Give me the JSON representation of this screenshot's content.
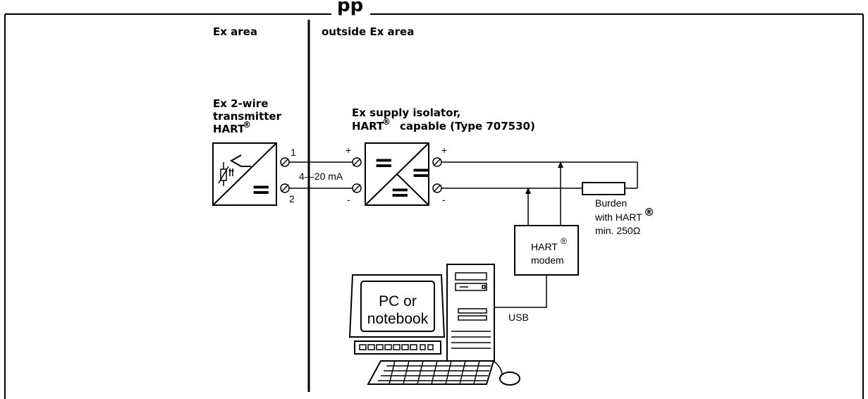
{
  "header": {
    "title_fragment": "pp"
  },
  "areas": {
    "ex_area": "Ex area",
    "outside_ex_area": "outside Ex area"
  },
  "transmitter": {
    "line1": "Ex 2-wire",
    "line2": "transmitter",
    "line3": "HART",
    "reg": "®",
    "symbol": "="
  },
  "isolator": {
    "line1": "Ex supply isolator,",
    "line2a": "HART",
    "reg": "®",
    "line2b": "capable (Type 707530)",
    "symbol_top": "=",
    "symbol_right": "=",
    "symbol_bottom": "="
  },
  "terminals": {
    "t1": "1",
    "t2": "2",
    "in_plus": "+",
    "in_minus": "-",
    "out_plus": "+",
    "out_minus": "-"
  },
  "current_label": "4—20 mA",
  "burden": {
    "line1": "Burden",
    "line2": "with HART",
    "reg": "®",
    "line3": "min. 250Ω"
  },
  "modem": {
    "line1": "HART",
    "reg": "®",
    "line2": "modem"
  },
  "usb_label": "USB",
  "pc": {
    "line1": "PC or",
    "line2": "notebook"
  }
}
